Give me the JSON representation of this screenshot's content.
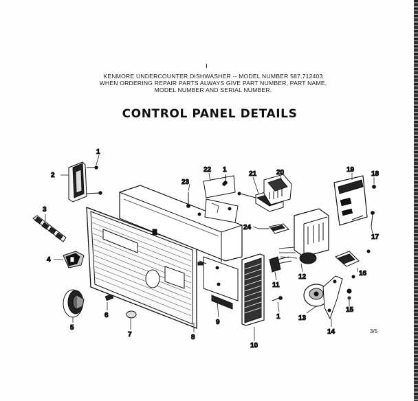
{
  "header": {
    "line1": "KENMORE UNDERCOUNTER DISHWASHER -- MODEL NUMBER 587.712403",
    "line2": "WHEN ORDERING REPAIR PARTS ALWAYS GIVE PART NUMBER, PART NAME,",
    "line3": "MODEL NUMBER AND SERIAL NUMBER."
  },
  "title": "CONTROL PANEL DETAILS",
  "page_number": "3/5",
  "callouts": {
    "c1a": "1",
    "c2": "2",
    "c3": "3",
    "c4": "4",
    "c5": "5",
    "c6": "6",
    "c7": "7",
    "c8": "8",
    "c9": "9",
    "c10": "10",
    "c11": "11",
    "c12": "12",
    "c13": "13",
    "c14": "14",
    "c15": "15",
    "c16": "16",
    "c17": "17",
    "c18": "18",
    "c19": "19",
    "c20": "20",
    "c21": "21",
    "c22": "22",
    "c1b": "1",
    "c23": "23",
    "c24": "24",
    "c1c": "1"
  },
  "colors": {
    "ink": "#111111",
    "paper": "#fdfdfd"
  }
}
